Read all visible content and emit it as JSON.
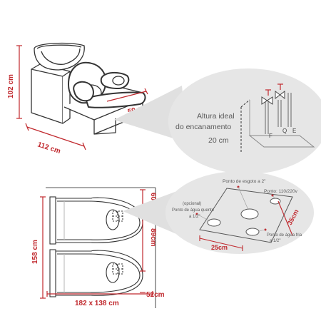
{
  "top_view": {
    "height_label": "102 cm",
    "width_label": "112 cm",
    "depth_label": "59 cm",
    "detail": {
      "title_line1": "Altura ideal",
      "title_line2": "do encanamento",
      "height_value": "20 cm",
      "pipe_f": "F",
      "pipe_q": "Q",
      "pipe_e": "E"
    }
  },
  "bottom_view": {
    "dim_60": "60cm",
    "dim_89": "89cm",
    "dim_158": "158 cm",
    "dim_52": "52cm",
    "dim_182": "182 x 138 cm",
    "detail": {
      "drain_label": "Ponto de esgoto a 2\"",
      "power_label": "Ponto: 110/220v",
      "optional_line1": "(opcional)",
      "optional_line2": "Ponto de água quente",
      "optional_line3": "a 1/2\"",
      "cold_line1": "Ponto de água fria",
      "cold_line2": "a 1/2\"",
      "width_25": "25cm",
      "depth_35": "35cm"
    }
  },
  "colors": {
    "dimension": "#c0282d",
    "outline": "#333333",
    "detail_bg": "#e6e6e6"
  }
}
